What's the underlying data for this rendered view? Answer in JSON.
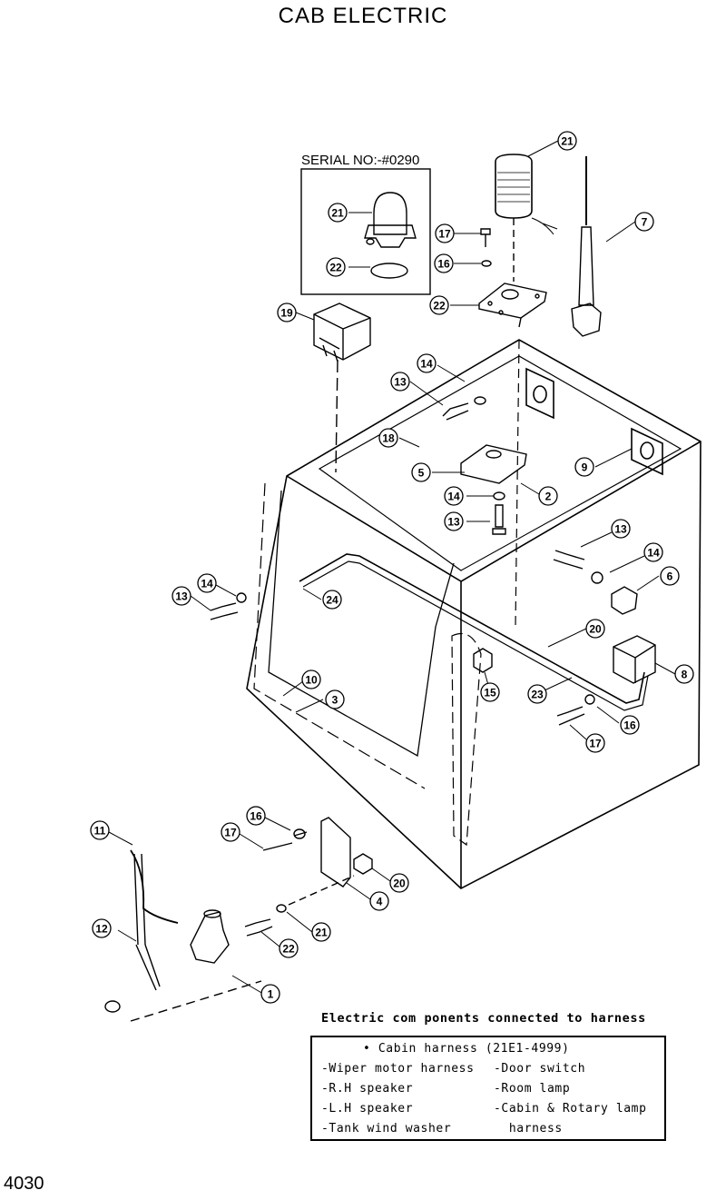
{
  "title": "CAB  ELECTRIC",
  "serial_note": "SERIAL NO:-#0290",
  "page_number": "4030",
  "harness_note": {
    "heading": "Electric com ponents connected to harness",
    "box_title": "• Cabin harness (21E1-4999)",
    "items_left": [
      "-Wiper motor harness",
      "-R.H speaker",
      "-L.H speaker",
      "-Tank wind washer"
    ],
    "items_right": [
      "-Door switch",
      "-Room lamp",
      "-Cabin & Rotary lamp",
      "  harness"
    ]
  },
  "callouts": [
    "21",
    "21",
    "22",
    "17",
    "16",
    "22",
    "7",
    "19",
    "14",
    "13",
    "18",
    "5",
    "14",
    "13",
    "2",
    "9",
    "13",
    "14",
    "6",
    "14",
    "13",
    "24",
    "20",
    "8",
    "10",
    "3",
    "15",
    "23",
    "16",
    "17",
    "11",
    "16",
    "17",
    "20",
    "4",
    "12",
    "21",
    "22",
    "1"
  ]
}
